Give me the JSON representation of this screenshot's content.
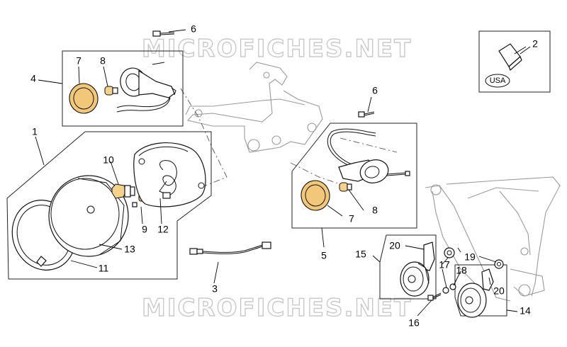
{
  "watermarks": [
    "MICROFICHES.NET",
    "MICROFICHES.NET"
  ],
  "inset_badge": "USA",
  "part_labels": {
    "p1": "1",
    "p2": "2",
    "p3": "3",
    "p4": "4",
    "p5": "5",
    "p6_top": "6",
    "p6_right": "6",
    "p7_left": "7",
    "p7_right": "7",
    "p8_left": "8",
    "p8_right": "8",
    "p9": "9",
    "p10": "10",
    "p11": "11",
    "p12": "12",
    "p13": "13",
    "p14": "14",
    "p15": "15",
    "p16": "16",
    "p17": "17",
    "p18": "18",
    "p19": "19",
    "p20_top": "20",
    "p20_right": "20"
  }
}
